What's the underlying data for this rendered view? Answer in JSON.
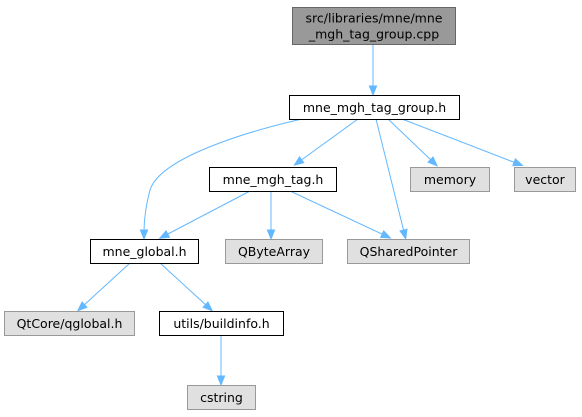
{
  "graph": {
    "colors": {
      "root_fill": "#999999",
      "root_border": "#666666",
      "documented_fill": "#ffffff",
      "documented_border": "#000000",
      "external_fill": "#e0e0e0",
      "external_border": "#999999",
      "edge": "#63b8ff",
      "text": "#000000"
    },
    "nodes": {
      "root": {
        "kind": "root",
        "lines": [
          "src/libraries/mne/mne",
          "_mgh_tag_group.cpp"
        ]
      },
      "group_h": {
        "kind": "documented",
        "lines": [
          "mne_mgh_tag_group.h"
        ]
      },
      "tag_h": {
        "kind": "documented",
        "lines": [
          "mne_mgh_tag.h"
        ]
      },
      "memory": {
        "kind": "external",
        "lines": [
          "memory"
        ]
      },
      "vector": {
        "kind": "external",
        "lines": [
          "vector"
        ]
      },
      "global_h": {
        "kind": "documented",
        "lines": [
          "mne_global.h"
        ]
      },
      "qbytearray": {
        "kind": "external",
        "lines": [
          "QByteArray"
        ]
      },
      "qsharedpointer": {
        "kind": "external",
        "lines": [
          "QSharedPointer"
        ]
      },
      "qglobal": {
        "kind": "external",
        "lines": [
          "QtCore/qglobal.h"
        ]
      },
      "buildinfo": {
        "kind": "documented",
        "lines": [
          "utils/buildinfo.h"
        ]
      },
      "cstring": {
        "kind": "external",
        "lines": [
          "cstring"
        ]
      }
    },
    "edges": [
      {
        "from": "root",
        "to": "group_h"
      },
      {
        "from": "group_h",
        "to": "global_h"
      },
      {
        "from": "group_h",
        "to": "tag_h"
      },
      {
        "from": "group_h",
        "to": "qsharedpointer"
      },
      {
        "from": "group_h",
        "to": "memory"
      },
      {
        "from": "group_h",
        "to": "vector"
      },
      {
        "from": "tag_h",
        "to": "global_h"
      },
      {
        "from": "tag_h",
        "to": "qbytearray"
      },
      {
        "from": "tag_h",
        "to": "qsharedpointer"
      },
      {
        "from": "global_h",
        "to": "qglobal"
      },
      {
        "from": "global_h",
        "to": "buildinfo"
      },
      {
        "from": "buildinfo",
        "to": "cstring"
      }
    ]
  }
}
